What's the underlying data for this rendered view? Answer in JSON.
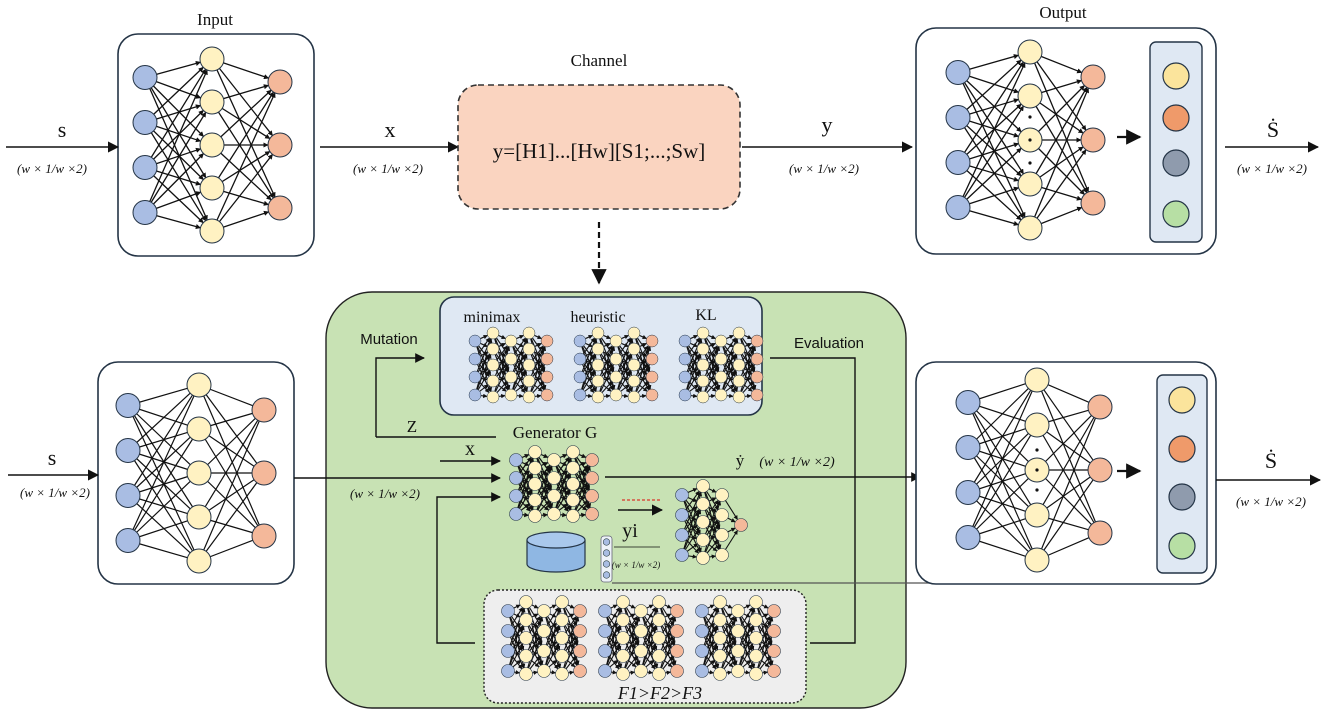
{
  "colors": {
    "input_node": "#a9bde3",
    "hidden_node": "#fff2c2",
    "output_node": "#f4b89a",
    "channel_fill": "#fad4c0",
    "green_panel": "#c8e2b4",
    "gray_node": "#8f9bad",
    "green_node": "#b7dfa4",
    "yellow_node": "#fbe49c",
    "orange_node": "#ef9a6a",
    "softmax_panel": "#dfe8f3",
    "stroke_dark": "#243446"
  },
  "top": {
    "input_title": "Input",
    "output_title": "Output",
    "channel_title": "Channel",
    "channel_formula": "y=[H1]...[Hw][S1;...;Sw]",
    "s_label": "s",
    "s_dims": "(w × 1/w ×2)",
    "x_label": "x",
    "x_dims": "(w × 1/w ×2)",
    "y_label": "y",
    "y_dims": "(w × 1/w ×2)",
    "shat_label": "Ṡ",
    "shat_dims": "(w × 1/w ×2)"
  },
  "bottom": {
    "s_label": "s",
    "s_dims": "(w × 1/w ×2)",
    "mutation_label": "Mutation",
    "evaluation_label": "Evaluation",
    "loss_labels": [
      "minimax",
      "heuristic",
      "KL"
    ],
    "z_label": "Z",
    "generator_label": "Generator G",
    "x_label": "x",
    "x_dims": "(w × 1/w ×2)",
    "ydot_label": "ẏ",
    "ydot_dims": "(w × 1/w ×2)",
    "yi_label": "yi",
    "yi_dims": "(w × 1/w ×2)",
    "fitness_label": "F1>F2>F3",
    "shat_label": "Ṡ",
    "shat_dims": "(w × 1/w ×2)"
  }
}
